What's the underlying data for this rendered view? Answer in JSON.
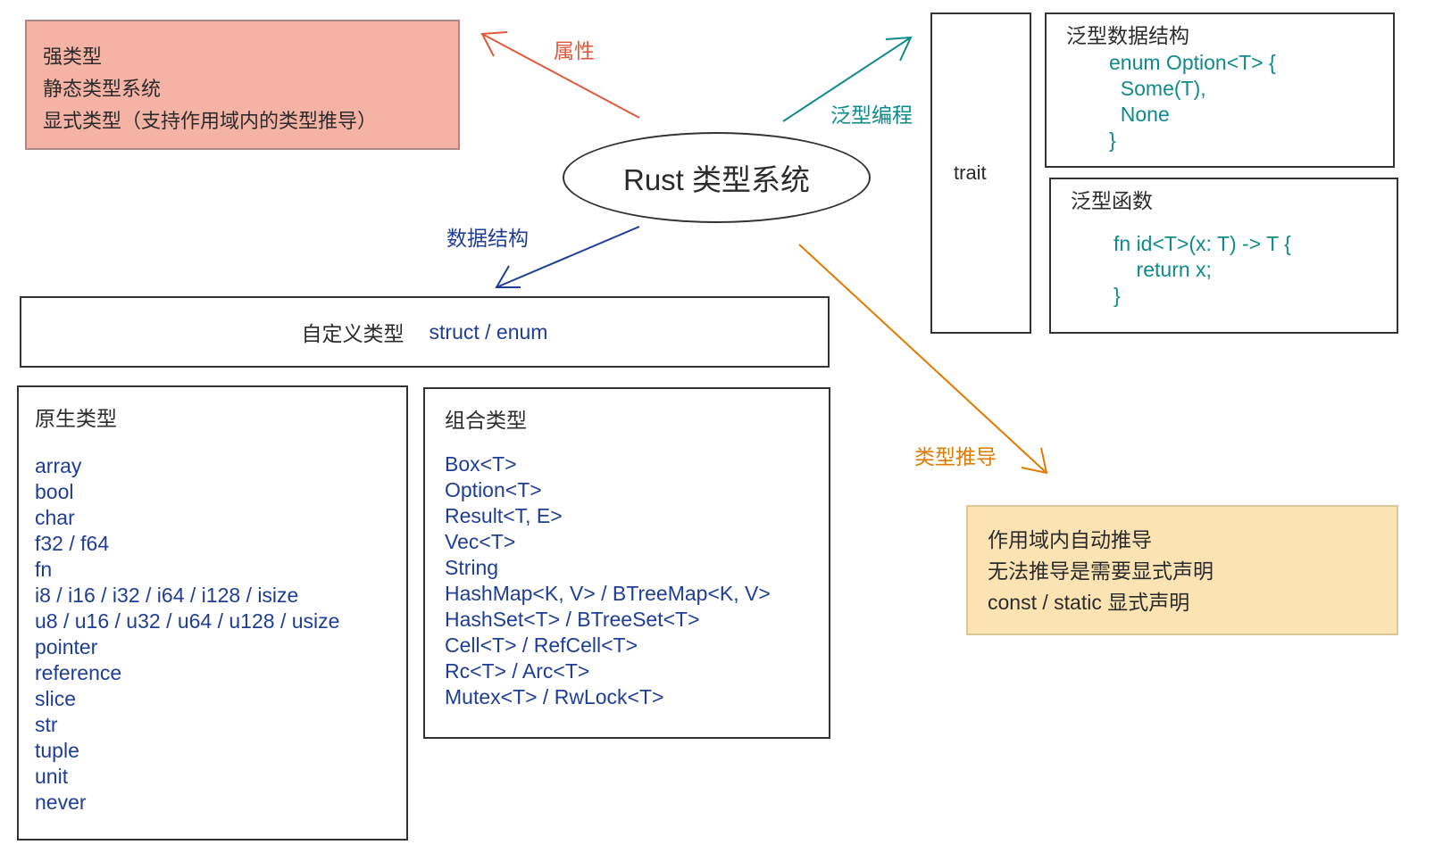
{
  "center": {
    "title": "Rust 类型系统"
  },
  "properties": {
    "label": "属性",
    "lines": [
      "强类型",
      "静态类型系统",
      "显式类型（支持作用域内的类型推导）"
    ]
  },
  "generic_programming": {
    "label": "泛型编程",
    "trait": "trait",
    "generic_data_structure": {
      "title": "泛型数据结构",
      "code": [
        "enum Option<T> {",
        "  Some(T),",
        "  None",
        "}"
      ]
    },
    "generic_function": {
      "title": "泛型函数",
      "code": [
        "fn id<T>(x: T) -> T {",
        "    return x;",
        "}"
      ]
    }
  },
  "data_structures": {
    "label": "数据结构",
    "custom": {
      "title": "自定义类型",
      "value": "struct / enum"
    },
    "primitive": {
      "title": "原生类型",
      "items": [
        "array",
        "bool",
        "char",
        "f32 / f64",
        "fn",
        "i8 / i16 / i32 / i64 / i128 / isize",
        "u8 / u16 / u32 / u64 / u128 / usize",
        "pointer",
        "reference",
        "slice",
        "str",
        "tuple",
        "unit",
        "never"
      ]
    },
    "composite": {
      "title": "组合类型",
      "items": [
        "Box<T>",
        "Option<T>",
        "Result<T, E>",
        "Vec<T>",
        "String",
        "HashMap<K, V> / BTreeMap<K, V>",
        "HashSet<T> / BTreeSet<T>",
        "Cell<T> / RefCell<T>",
        "Rc<T> / Arc<T>",
        "Mutex<T> / RwLock<T>"
      ]
    }
  },
  "type_inference": {
    "label": "类型推导",
    "lines": [
      "作用域内自动推导",
      "无法推导是需要显式声明",
      "const / static 显式声明"
    ]
  },
  "colors": {
    "properties_fill": "#f4b3a5",
    "inference_fill": "#fbe3b3",
    "properties_arrow": "#e05a3a",
    "generic_arrow": "#0f8a8a",
    "data_arrow": "#1f3d96",
    "inference_arrow": "#e07a00"
  }
}
